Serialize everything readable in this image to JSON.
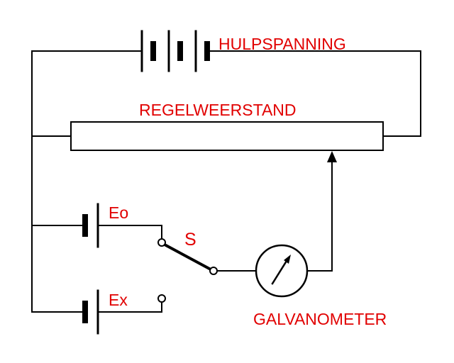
{
  "labels": {
    "battery": "HULPSPANNING",
    "rheostat": "REGELWEERSTAND",
    "galvanometer": "GALVANOMETER",
    "cell_standard": "Eo",
    "cell_unknown": "Ex",
    "switch": "S"
  },
  "colors": {
    "label": "#e10000",
    "wire": "#000000",
    "background": "#ffffff"
  }
}
